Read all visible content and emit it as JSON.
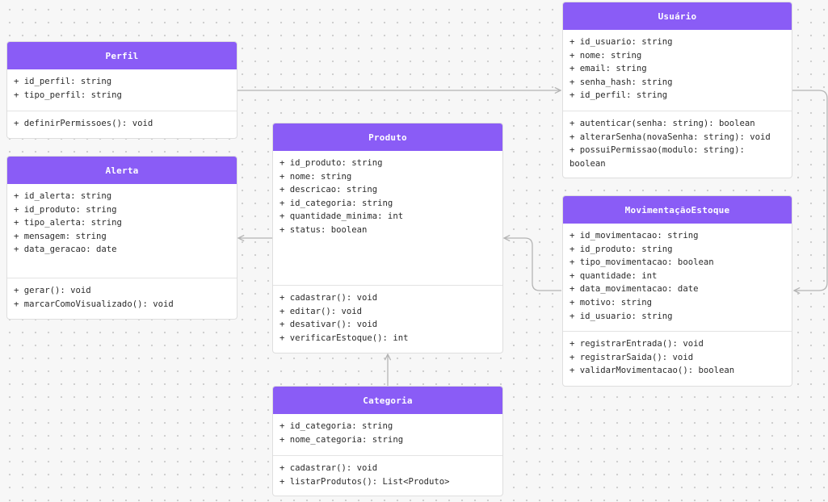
{
  "classes": {
    "perfil": {
      "name": "Perfil",
      "attributes": [
        "+ id_perfil: string",
        "+ tipo_perfil: string"
      ],
      "methods": [
        "+ definirPermissoes(): void"
      ]
    },
    "alerta": {
      "name": "Alerta",
      "attributes": [
        "+ id_alerta: string",
        "+ id_produto: string",
        "+ tipo_alerta: string",
        "+ mensagem: string",
        "+ data_geracao: date"
      ],
      "methods": [
        "+ gerar(): void",
        "+ marcarComoVisualizado(): void"
      ]
    },
    "produto": {
      "name": "Produto",
      "attributes": [
        "+ id_produto: string",
        "+ nome: string",
        "+ descricao: string",
        "+ id_categoria: string",
        "+ quantidade_minima: int",
        "+ status: boolean"
      ],
      "methods": [
        "+ cadastrar(): void",
        "+ editar(): void",
        "+ desativar(): void",
        "+ verificarEstoque(): int"
      ]
    },
    "categoria": {
      "name": "Categoria",
      "attributes": [
        "+ id_categoria: string",
        "+ nome_categoria: string"
      ],
      "methods": [
        "+ cadastrar(): void",
        "+ listarProdutos(): List<Produto>"
      ]
    },
    "usuario": {
      "name": "Usuário",
      "attributes": [
        "+ id_usuario: string",
        "+ nome: string",
        "+ email: string",
        "+ senha_hash: string",
        "+ id_perfil: string"
      ],
      "methods": [
        "+ autenticar(senha: string): boolean",
        "+ alterarSenha(novaSenha: string): void",
        "+ possuiPermissao(modulo: string): boolean"
      ]
    },
    "movimentacao": {
      "name": "MovimentaçãoEstoque",
      "attributes": [
        "+ id_movimentacao: string",
        "+ id_produto: string",
        "+ tipo_movimentacao: boolean",
        "+ quantidade: int",
        "+ data_movimentacao: date",
        "+ motivo: string",
        "+ id_usuario: string"
      ],
      "methods": [
        "+ registrarEntrada(): void",
        "+ registrarSaida(): void",
        "+ validarMovimentacao(): boolean"
      ]
    }
  },
  "colors": {
    "header": "#8a5cf6",
    "edge": "#b4b4b4"
  }
}
